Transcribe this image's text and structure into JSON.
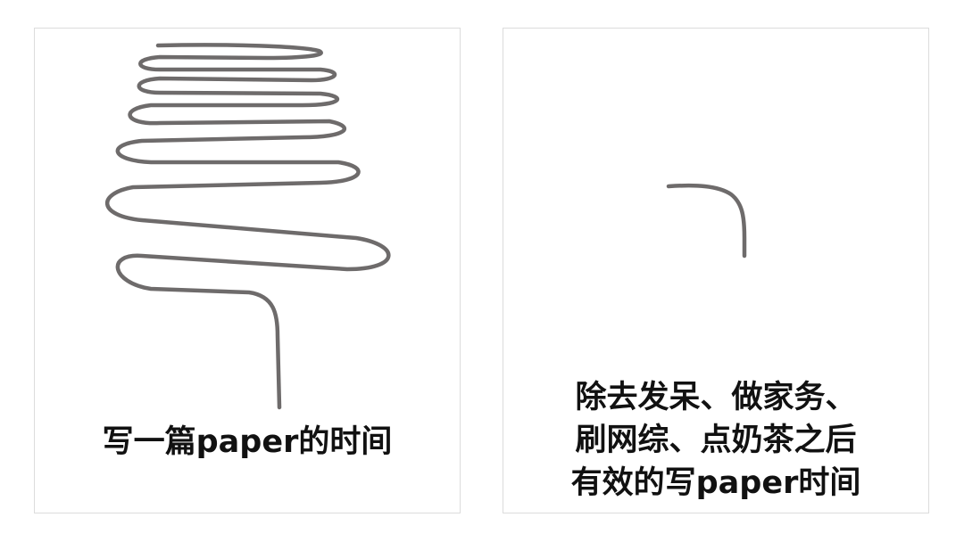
{
  "left_panel": {
    "caption": "写一篇paper的时间",
    "stroke_color": "#6e6b6b"
  },
  "right_panel": {
    "caption_lines": [
      "除去发呆、做家务、",
      "刷网综、点奶茶之后",
      "有效的写paper时间"
    ],
    "stroke_color": "#6e6b6b"
  }
}
